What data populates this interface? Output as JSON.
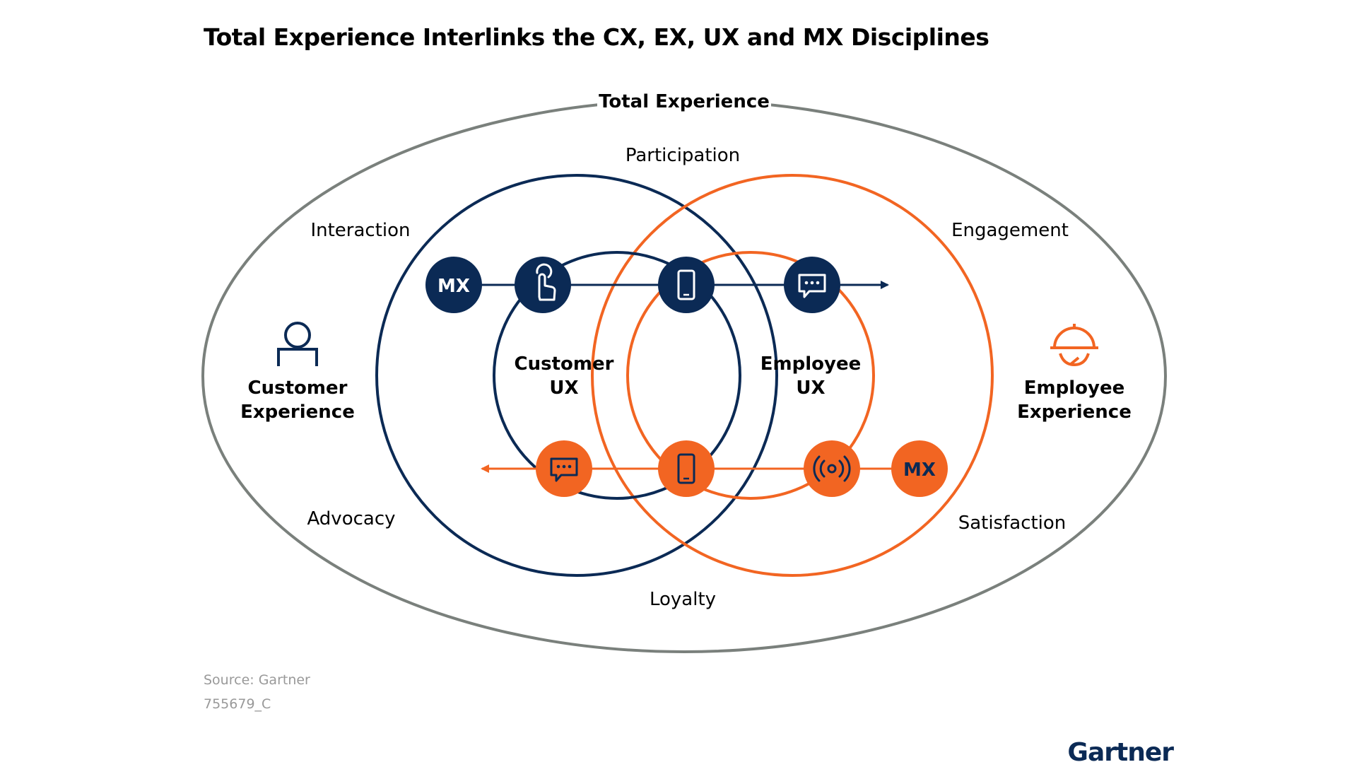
{
  "title": "Total Experience Interlinks the CX, EX, UX and MX Disciplines",
  "total_experience": "Total Experience",
  "ring_labels": {
    "participation": "Participation",
    "interaction": "Interaction",
    "engagement": "Engagement",
    "advocacy": "Advocacy",
    "satisfaction": "Satisfaction",
    "loyalty": "Loyalty"
  },
  "customer_experience": {
    "line1": "Customer",
    "line2": "Experience"
  },
  "employee_experience": {
    "line1": "Employee",
    "line2": "Experience"
  },
  "customer_ux": {
    "line1": "Customer",
    "line2": "UX"
  },
  "employee_ux": {
    "line1": "Employee",
    "line2": "UX"
  },
  "mx_top": "MX",
  "mx_bottom": "MX",
  "footer": {
    "source": "Source: Gartner",
    "code": "755679_C"
  },
  "brand": "Gartner",
  "colors": {
    "navy": "#0b2a55",
    "orange": "#f26522",
    "gray": "#7a807c",
    "footer_gray": "#999999"
  },
  "icons": {
    "top_row": [
      "touch-icon",
      "smartphone-icon",
      "chat-icon"
    ],
    "bottom_row": [
      "chat-icon",
      "smartphone-icon",
      "broadcast-icon"
    ],
    "customer": "person-at-desk-icon",
    "employee": "service-cloche-icon"
  }
}
